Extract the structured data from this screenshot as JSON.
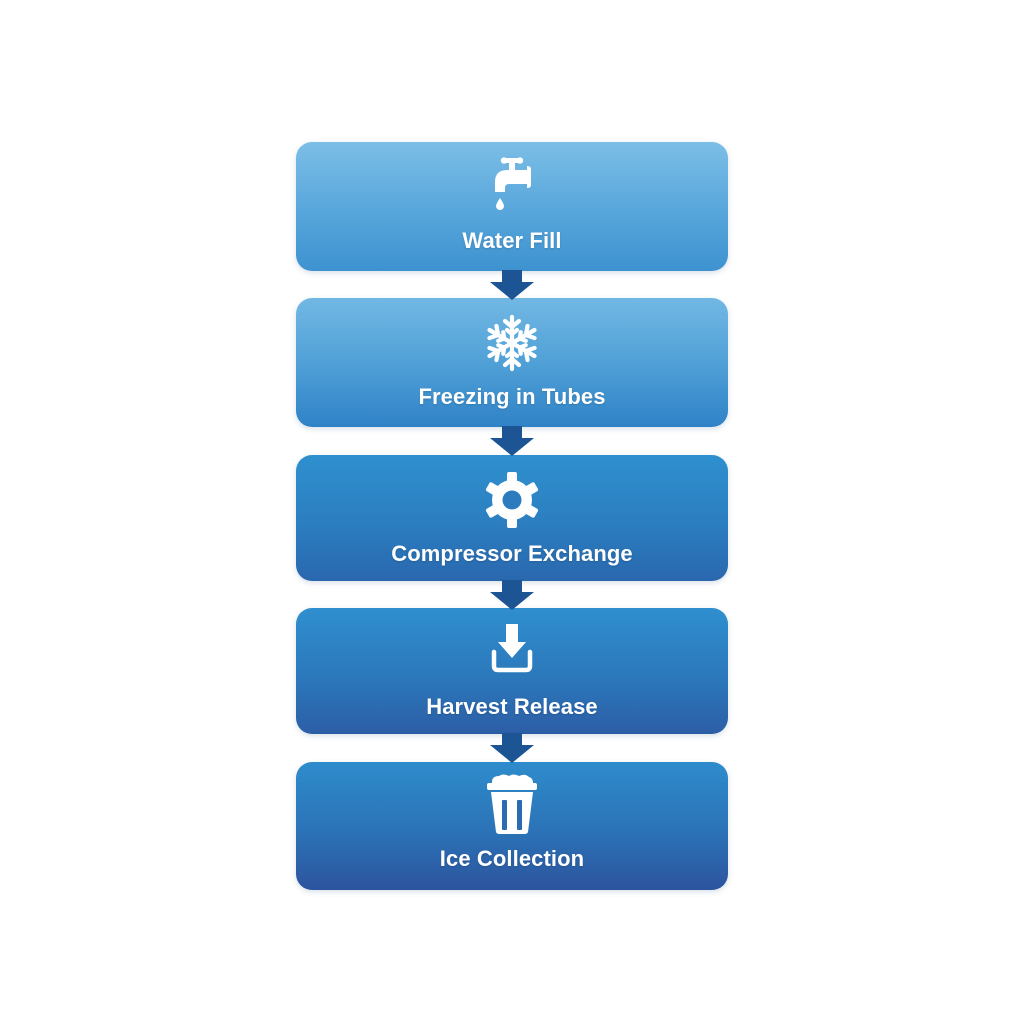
{
  "diagram": {
    "type": "vertical-flowchart",
    "colors": {
      "background": "#ffffff",
      "box_top_light": "#7cbee6",
      "box_bottom_dark": "#2c549e",
      "arrow": "#1d5494",
      "text": "#ffffff"
    },
    "steps": [
      {
        "label": "Water Fill",
        "icon": "faucet-icon"
      },
      {
        "label": "Freezing in Tubes",
        "icon": "snowflake-icon"
      },
      {
        "label": "Compressor Exchange",
        "icon": "gear-icon"
      },
      {
        "label": "Harvest Release",
        "icon": "download-tray-icon"
      },
      {
        "label": "Ice Collection",
        "icon": "ice-bucket-icon"
      }
    ],
    "connectors": [
      {
        "from": 0,
        "to": 1,
        "type": "down-arrow"
      },
      {
        "from": 1,
        "to": 2,
        "type": "down-arrow"
      },
      {
        "from": 2,
        "to": 3,
        "type": "down-arrow"
      },
      {
        "from": 3,
        "to": 4,
        "type": "down-arrow"
      }
    ]
  }
}
